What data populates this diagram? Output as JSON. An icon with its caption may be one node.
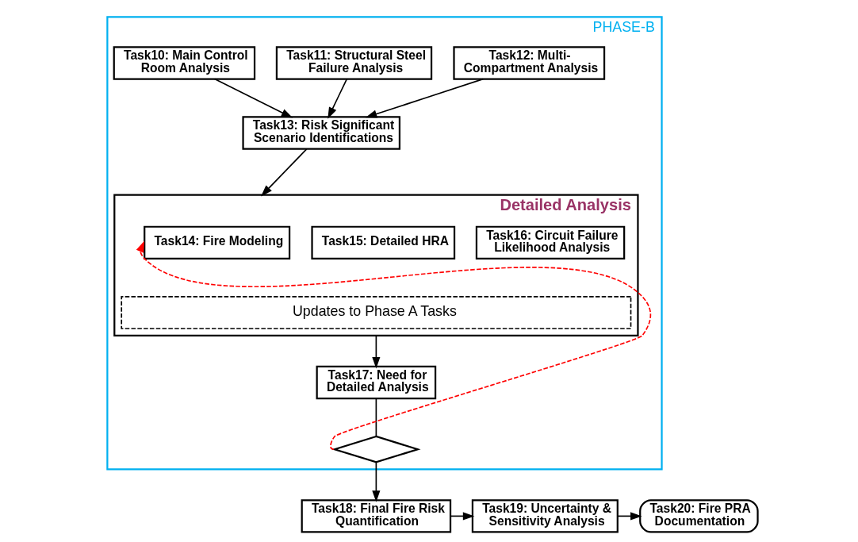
{
  "diagram": {
    "nodes": [
      {
        "text": [
          "PHASE-B"
        ]
      },
      {
        "text": [
          "Task10: Main Control Room Analysis"
        ],
        "in": 0
      },
      {
        "text": [
          "Task11: Structural Steel Failure Analysis"
        ],
        "in": 0
      },
      {
        "text": [
          "Task12: Multi-Compartment Analysis"
        ],
        "in": 0
      },
      {
        "text": [
          "Task13: Risk Significant Scenario Identifications"
        ],
        "in": 0
      },
      {
        "text": [
          "Detailed Analysis"
        ],
        "in": 0
      },
      {
        "text": [
          "Task14: Fire Modeling"
        ],
        "in": 5
      },
      {
        "text": [
          "Task15: Detailed HRA"
        ],
        "in": 5
      },
      {
        "text": [
          "Task16: Circuit Failure Likelihood Analysis"
        ],
        "in": 5
      },
      {
        "text": [
          "Updates to Phase A Tasks"
        ],
        "in": 5
      },
      {
        "text": [
          "Task17: Need for Detailed Analysis"
        ],
        "in": 0
      },
      {
        "text": [],
        "shape": "diamond",
        "in": 0
      },
      {
        "text": [
          "Task18: Final Fire Risk Quantification"
        ]
      },
      {
        "text": [
          "Task19: Uncertainty & Sensitivity Analysis"
        ]
      },
      {
        "text": [
          "Task20: Fire PRA Documentation"
        ]
      }
    ],
    "edges": [
      {
        "from": 1,
        "to": 4,
        "arrow": "to"
      },
      {
        "from": 2,
        "to": 4,
        "arrow": "to"
      },
      {
        "from": 3,
        "to": 4,
        "arrow": "to"
      },
      {
        "from": 4,
        "to": 5,
        "arrow": "to"
      },
      {
        "from": 5,
        "to": 10,
        "arrow": "to"
      },
      {
        "from": 10,
        "to": 11,
        "arrow": "none"
      },
      {
        "from": 11,
        "to": 6,
        "arrow": "to",
        "style": "dashed",
        "color": "#ff0000"
      },
      {
        "from": 11,
        "to": 12,
        "arrow": "to"
      },
      {
        "from": 12,
        "to": 13,
        "arrow": "to"
      },
      {
        "from": 13,
        "to": 14,
        "arrow": "to"
      }
    ]
  }
}
